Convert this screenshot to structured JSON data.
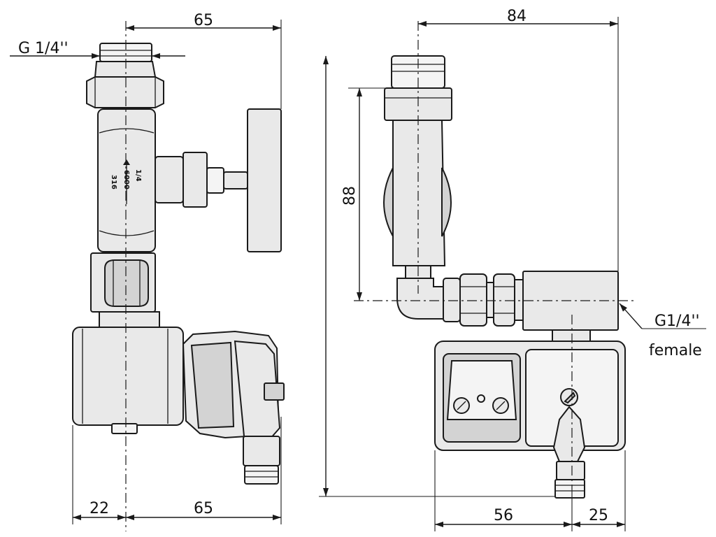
{
  "dimensions": {
    "left_top_width": "65",
    "left_thread": "G 1/4''",
    "left_bottom_offset": "22",
    "left_bottom_width": "65",
    "right_top_width": "84",
    "right_height": "88",
    "right_bottom_width": "56",
    "right_bottom_offset": "25"
  },
  "callout": {
    "thread": "G1/4''",
    "type": "female"
  },
  "valve_markings": {
    "size": "1/4",
    "pressure": "6000",
    "material": "316"
  }
}
